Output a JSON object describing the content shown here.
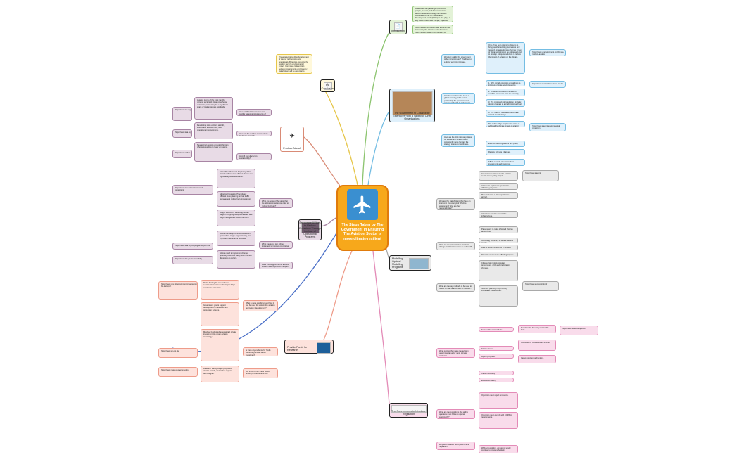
{
  "central": {
    "title": "The Steps Taken by The Government in Ensuring The Aviation Sector is more climate-resilient"
  },
  "introduction": {
    "label": "Introduction",
    "icon": "document-icon",
    "items": [
      "Aviation serves passengers, connects people, cultures, and businesses from across the world. Although the industry contributes to the UN Sustainable Development Goals (SDGs), it also plays a key role in the climate change, especially through its greenhouse gas emissions.",
      "Governments worldwide have a crucial role in ensuring the aviation sector becomes more climate-resilient and reducing its environmental impact."
    ]
  },
  "conclusion": {
    "label": "Conclusion",
    "icon": "gear-icon",
    "text": "These regulations drive development of cleaner technologies and operational efficiencies, reducing the aviation sector's environmental impact. Continued collaboration between governments and industry stakeholders will be essential to achieve sustainable aviation and meet climate goals."
  },
  "collaboration": {
    "label": "The Government to Collaborate Extensively with a Variety of Other Organisations",
    "items": [
      {
        "q": "Why is it vital for the government to be more involved? The threat of a global warming increase.",
        "a": [
          "One of the best options to do so is to bring together existing businesses and research organisations so that the threat of global warming can be addressed and to develop adequate solutions to reduce the impact of aviation on the climate."
        ],
        "src": "https://www.unenvironment.org/climate-resilient-aviation"
      },
      {
        "q": "In order to address the issue of global warming, what sort of partnership the government will need to work with in order to cut aviation emissions?",
        "a": [
          "1. With aircraft operators and airlines to introduce climate solutions and to develop sustainable aviation fuels.",
          "2. To assist international airlines to establish measures from the capacity sharing market.",
          "3. The proposed policy solutions include: design changes to aircraft, improved fuel efficiency.",
          "4. The need for standards for climate-related aircraft design."
        ],
        "src": "https://www.sustainableaviation.co.uk/"
      },
      {
        "q": "Also, are the vital national policies for sustainable aviation which consistently move forward the strategy to ensure the climate-resilient aviation sector?",
        "a": [
          "The ICAO will go for plan into action to address the climate impact of aviation.",
          "Effective laws regulations and policy.",
          "Regional climate initiatives.",
          "Efforts towards climate resilient investments and insurance."
        ],
        "src": "https://www.icao.int/environmental-protection"
      }
    ]
  },
  "aircraft": {
    "label": "Produce Aircraft",
    "items": [
      {
        "q": "How could aviation become the world's fastest growing source of emissions?",
        "a": "Aviation is one of the most rapidly growing sectors of global greenhouse emissions, accounting for a significant share of total emissions worldwide.",
        "src": "https://www.iea.org/reports/aviation"
      },
      {
        "q": "How can the aviation sector reduce its climate impact?",
        "a": "Developing more efficient aircraft, sustainable aviation fuels, and operational improvements.",
        "src": "https://www.iata.org/en/programs/environment/"
      },
      {
        "q": "Aircraft manufacturers sustainability?",
        "a": "New aircraft designs and electrification offer opportunities to lower emissions.",
        "src": "https://www.airbus.com/en/sustainability"
      }
    ]
  },
  "emissions": {
    "label": "Encourage Airlines to Reduce Emissions Through the Use of Operational Programs",
    "items": [
      {
        "q": "What are some of the steps that the airline companies can take to reduce fuel burn?",
        "a": [
          "Airline Fleet Renewal: Replacing older aircraft with new fuel-efficient planes can significantly lower emissions.",
          "Advanced Operating Procedures: Efficient route planning and air traffic management reduce fuel consumption.",
          "Weight Reduction: Reducing aircraft weight through lightweight materials and cargo management lowers fuel burn."
        ],
        "src": "https://www.icao.int/environmental-protection/"
      },
      {
        "q": "What measures can airlines implement to improve operational efficiency?",
        "a": "Airlines can adopt continuous descent approaches, single-engine taxiing, and improved maintenance practices.",
        "src": "https://www.iata.org/en/programs/ops-infra/"
      },
      {
        "q": "Does this suggest that all airlines should make significant changes to their operations?",
        "a": "Airlines need to implement changes gradually to ensure safety and minimize disruptions to service.",
        "src": "https://www.faa.gov/sustainability"
      }
    ]
  },
  "funding": {
    "label": "Provide Funds for Research",
    "items": [
      {
        "q": "What is more significant and how it can be used for sustainable aviation technology development?",
        "a": [
          "Public funding for research into sustainable aviation technologies helps accelerate innovation.",
          "Government grants support development of new fuels and propulsion systems."
        ],
        "src": "https://www.gov.uk/government/organisations/department-for-transport"
      },
      {
        "q": "Is there any evidence for funds stimulating private sector investment?",
        "a": [
          "Matched funding schemes attract private investment into green aviation technology."
        ],
        "src": "https://www.ati.org.uk/"
      },
      {
        "q": "Are there further areas where funding should be directed?",
        "a": [
          "Research into hydrogen propulsion, electric aircraft, and carbon capture technologies."
        ],
        "src": "https://www.nasa.gov/aeronautics"
      }
    ]
  },
  "modelling": {
    "label": "Modelling Optimal Modelling Programs",
    "items": [
      {
        "q": "Why are the stakeholders that have an interest in the concept of effective aviation and what are their responsibilities?",
        "a": [
          "Governments: to ensure the aviation sector meets policy targets.",
          "Airlines: to implement operational efficiency programs.",
          "Manufacturers: to develop cleaner aircraft.",
          "Airports: to provide sustainable infrastructure.",
          "Passengers: to make informed choices about travel."
        ],
        "src": "https://www.icao.int/"
      },
      {
        "q": "What are the potential risks of climate change and how can these be reduced?",
        "a": [
          "Increasing frequency of severe weather events.",
          "Lack of public confidence in aviation.",
          "Possible sea level rise affecting airports."
        ],
        "src": ""
      },
      {
        "q": "What are the key methods to be used to model climate-related risks for aviation?",
        "a": [
          "Climate risk models consider temperature, wind and precipitation changes.",
          "Scenario planning helps identify vulnerable infrastructure."
        ],
        "src": "https://www.eurocontrol.int/"
      }
    ]
  },
  "regulations": {
    "label": "The Governments to Introduce Regulation",
    "items": [
      {
        "q": "What policies that make the aviation governmental sector more climate-resilient?",
        "a": [
          "Sustainable aviation fuels",
          "Electric aircraft",
          "Hybrid propulsion",
          "Carbon offsetting",
          "Emissions trading"
        ],
        "details": [
          "Mandates for blending sustainable fuels.",
          "Incentives for zero-emission aircraft.",
          "Carbon pricing mechanisms."
        ],
        "src": "https://www.easa.europa.eu/"
      },
      {
        "q": "What are the regulations that airline operators must follow to operate sustainably?",
        "a": [
          "Operators must report emissions.",
          "Operators must comply with CORSIA requirements."
        ],
        "src": ""
      },
      {
        "q": "Why does aviation need government regulation?",
        "a": [
          "Without regulation, emissions would continue to grow unchecked."
        ],
        "src": ""
      }
    ]
  }
}
